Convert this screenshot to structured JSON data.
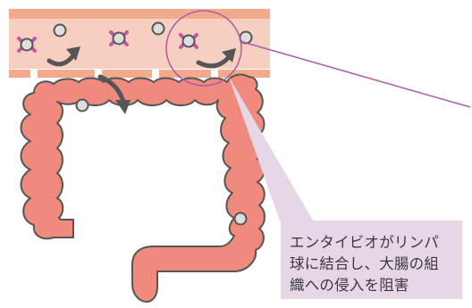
{
  "callout": {
    "lines": [
      "エンタイビオがリンパ",
      "球に結合し、大腸の組",
      "織への侵入を阻害"
    ]
  },
  "colors": {
    "vessel_wall": "#f3a98b",
    "vessel_interior": "#f7cfc0",
    "colon_fill": "#ef8a7d",
    "outline": "#555555",
    "lymphocyte_fill": "#dedede",
    "integrin_marker": "#c455a0",
    "callout_bg": "#e6d6e6",
    "highlight_circle": "#b05aa8"
  },
  "icons": {
    "lymphocyte": "lymphocyte-icon",
    "migration_arrow": "curved-arrow-icon"
  }
}
